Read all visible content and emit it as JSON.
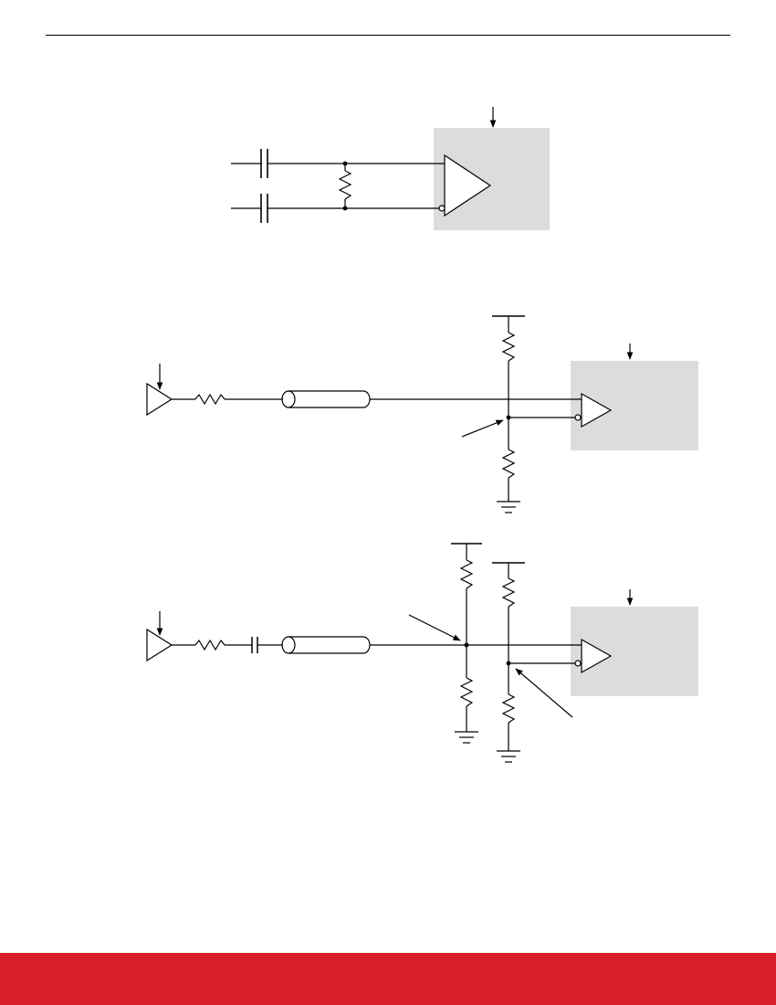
{
  "colors": {
    "wire": "#000000",
    "chip_fill": "#dcdcdc",
    "footer_band": "#d91e2a",
    "page_background": "#ffffff"
  },
  "diagrams": [
    {
      "id": "ac-coupled-differential-input",
      "components": [
        "capacitor",
        "capacitor",
        "resistor",
        "differential-buffer"
      ]
    },
    {
      "id": "dc-coupled-single-ended-input",
      "components": [
        "driver",
        "resistor",
        "transmission-line",
        "resistor",
        "resistor",
        "ground",
        "differential-buffer"
      ]
    },
    {
      "id": "ac-coupled-single-ended-input",
      "components": [
        "driver",
        "resistor",
        "capacitor",
        "transmission-line",
        "resistor",
        "resistor",
        "resistor",
        "resistor",
        "ground",
        "ground",
        "differential-buffer"
      ]
    }
  ]
}
